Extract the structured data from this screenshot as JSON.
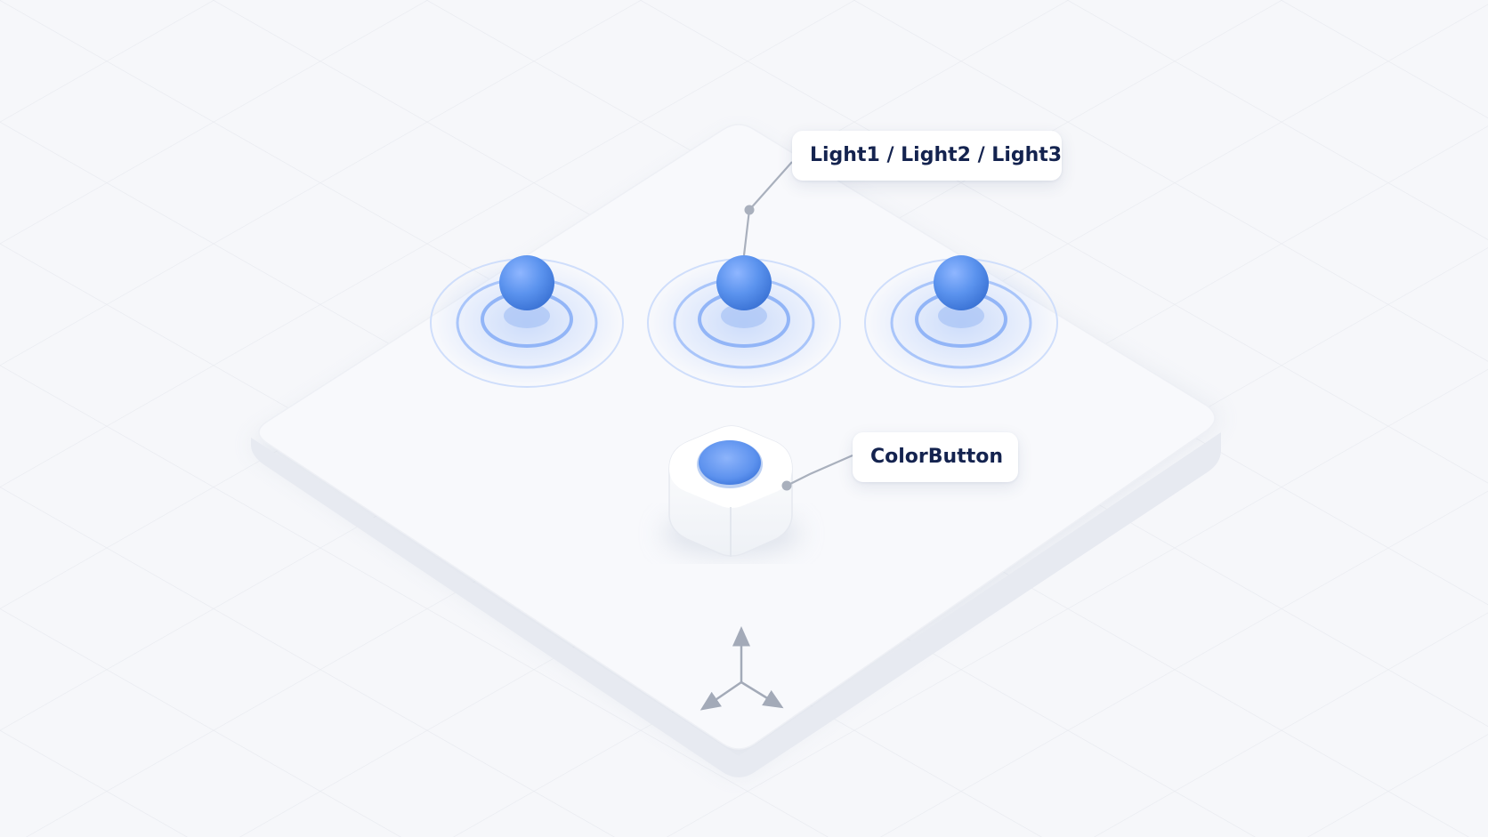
{
  "scene": {
    "labels": {
      "lights": "Light1 / Light2 / Light3",
      "button": "ColorButton"
    },
    "lights": [
      {
        "name": "Light1"
      },
      {
        "name": "Light2"
      },
      {
        "name": "Light3"
      }
    ],
    "colors": {
      "background": "#f6f7fa",
      "platform_top": "#f8f9fc",
      "platform_side": "#e7eaf1",
      "light_blue": "#5b93ee",
      "ripple_blue": "#9ebdf5",
      "connector_gray": "#a9b0bd",
      "label_text": "#14234f"
    },
    "icons": [
      "axis-gizmo-icon"
    ]
  }
}
